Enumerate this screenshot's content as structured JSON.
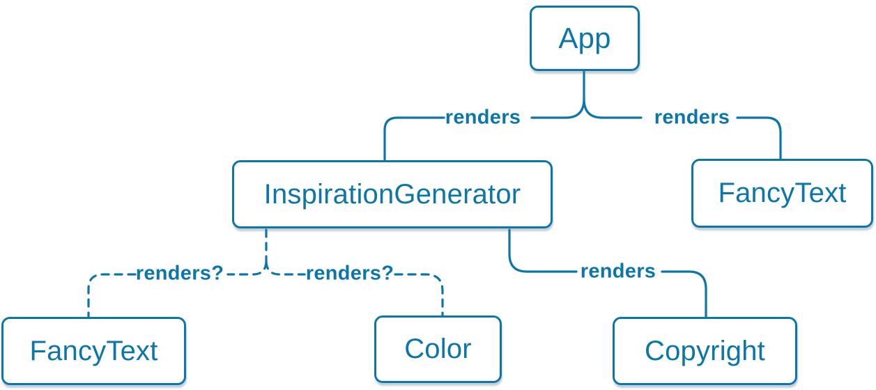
{
  "colors": {
    "accent": "#0d76a8",
    "node_background": "#ffffff"
  },
  "nodes": {
    "app": "App",
    "inspiration_generator": "InspirationGenerator",
    "fancy_text_right": "FancyText",
    "fancy_text_left": "FancyText",
    "color": "Color",
    "copyright": "Copyright"
  },
  "edges": {
    "app_to_inspiration_generator": "renders",
    "app_to_fancy_text": "renders",
    "inspiration_generator_to_fancy_text": "renders?",
    "inspiration_generator_to_color": "renders?",
    "inspiration_generator_to_copyright": "renders"
  }
}
